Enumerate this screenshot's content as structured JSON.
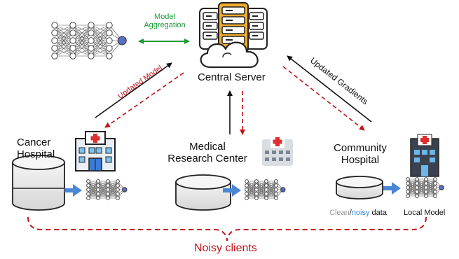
{
  "labels": {
    "model_aggregation_line1": "Model",
    "model_aggregation_line2": "Aggregation",
    "central_server": "Central Server",
    "updated_model": "Updated Model",
    "updated_gradients": "Updated Gradients",
    "cancer_hospital_line1": "Cancer",
    "cancer_hospital_line2": "Hospital",
    "medical_research_line1": "Medical",
    "medical_research_line2": "Research Center",
    "community_hospital_line1": "Community",
    "community_hospital_line2": "Hospital",
    "clean": "Clean",
    "slash": "/",
    "noisy": "noisy",
    "data": " data",
    "local_model": "Local Model",
    "noisy_clients": "Noisy clients"
  },
  "colors": {
    "aggregation_arrow": "#1f9a3a",
    "dashed_arrow": "#c0141c",
    "transfer_arrow": "#4a86d6",
    "server_highlight": "#f0ac2e",
    "node_fill": "#5b6fc2",
    "noisy_text": "#3a86d8",
    "clean_text": "#9a9a9a"
  },
  "icons": {
    "server": "server-cloud-icon",
    "global_model": "neural-network-icon",
    "hospital_red_cross": "hospital-building-icon",
    "database": "database-cylinder-icon"
  }
}
